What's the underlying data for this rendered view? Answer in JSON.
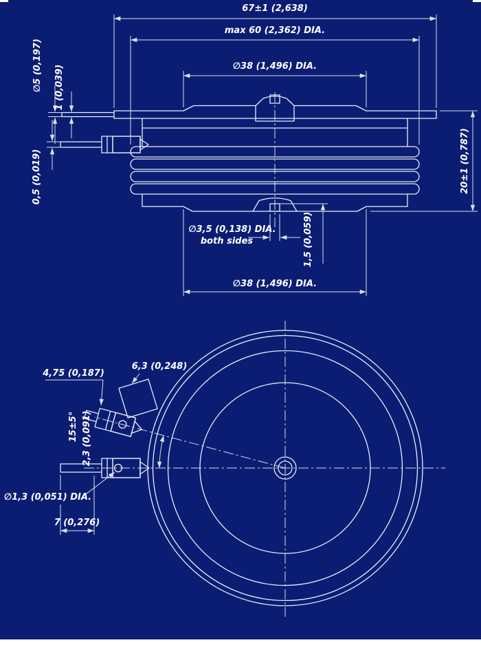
{
  "colors": {
    "background": "#0b1d73",
    "line": "#e9eef6",
    "dimension_line": "#d9e0ec",
    "text": "#ffffff"
  },
  "side_view": {
    "overall_dia": "67±1 (2,638)",
    "max_body_dia": "max 60 (2,362) DIA.",
    "pole_face_dia_top": "∅38 (1,496) DIA.",
    "gate_tube_dia": "∅5 (0,197)",
    "lead_thickness": "1 (0,039)",
    "lead_strip_thickness": "0,5 (0,019)",
    "height": "20±1 (0,787)",
    "center_hole_dia": "∅3,5 (0,138) DIA.",
    "center_hole_note": "both sides",
    "recess_depth": "1,5 (0,059)",
    "pole_face_dia_bottom": "∅38 (1,496) DIA."
  },
  "top_view": {
    "tab_width": "6,3 (0,248)",
    "terminal_width": "4,75 (0,187)",
    "lead_angle": "15±5°",
    "tab_thickness": "2,3 (0,091)",
    "wire_dia": "∅1,3 (0,051) DIA.",
    "terminal_length": "7 (0,276)"
  }
}
